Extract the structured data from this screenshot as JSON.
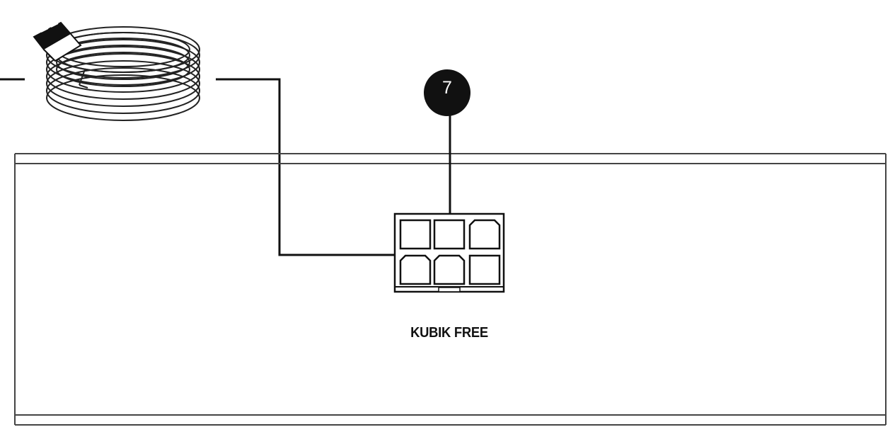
{
  "unit": {
    "label": "KUBIK FREE"
  },
  "callout": {
    "number": "7"
  },
  "connector": {
    "ports": 6
  },
  "colors": {
    "line": "#111111",
    "background": "#ffffff",
    "callout_fill": "#111111",
    "callout_text": "#ffffff"
  },
  "icons": [
    "coiled-cable-icon",
    "connector-plug-icon"
  ]
}
